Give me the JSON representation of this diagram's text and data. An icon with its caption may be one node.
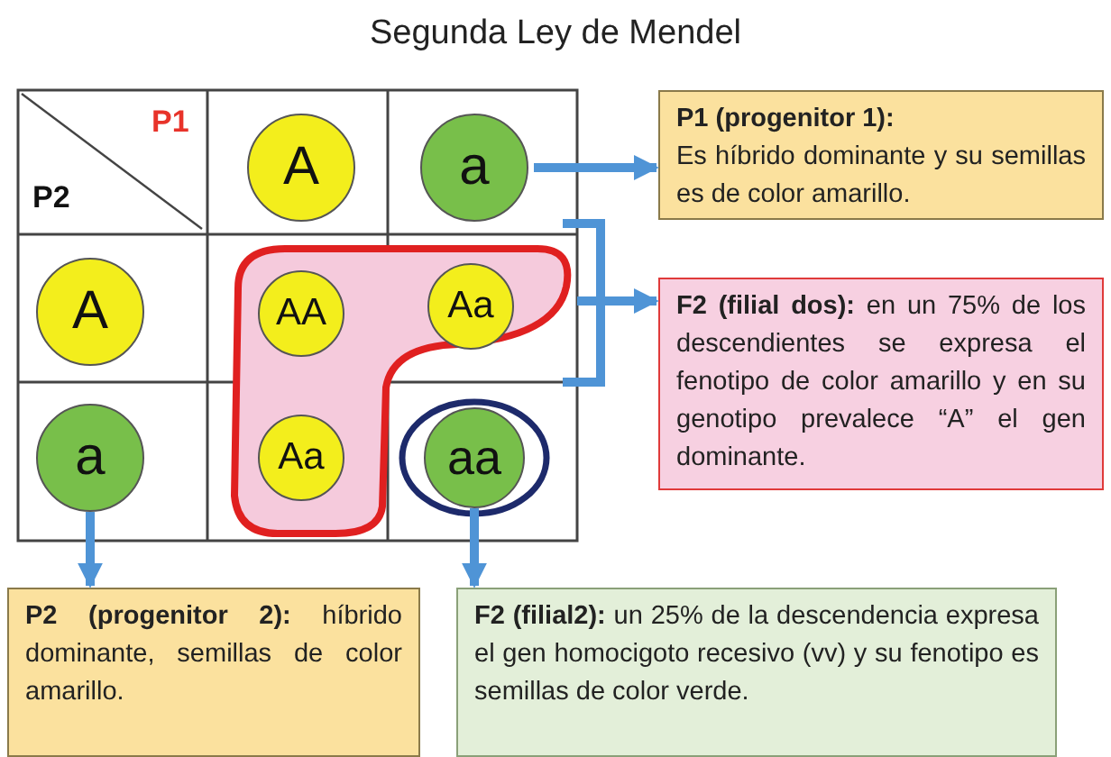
{
  "diagram": {
    "title": "Segunda Ley de Mendel",
    "nodes": [
      {
        "text": [
          "A"
        ]
      },
      {
        "text": [
          "a"
        ]
      },
      {
        "text": [
          "P1 (progenitor 1):",
          "Es híbrido dominante y su semillas es de color amarillo."
        ]
      },
      {
        "text": [
          "A"
        ]
      },
      {
        "text": [],
        "shape": "blob"
      },
      {
        "text": [
          "AA"
        ],
        "in": 4
      },
      {
        "text": [
          "Aa"
        ],
        "in": 4
      },
      {
        "text": [
          "**F2 (filial dos):** en un 75% de los descendientes se expresa el fenotipo de color amarillo y en su genotipo prevalece “A” el gen dominante."
        ]
      },
      {
        "text": [
          "a"
        ]
      },
      {
        "text": [
          "Aa"
        ],
        "in": 4
      },
      {
        "text": [
          "aa"
        ]
      },
      {
        "text": [
          "**P2 (progenitor 2):** híbrido dominante, semillas de color amarillo."
        ]
      },
      {
        "text": [
          "**F2 (filial2):** un 25% de la descendencia expresa el gen homocigoto recesivo (vv) y su fenotipo es semillas de color verde."
        ]
      }
    ],
    "edges": [
      {
        "from": 1,
        "to": 2,
        "arrow": "to"
      },
      {
        "from": 4,
        "to": 7,
        "arrow": "to"
      },
      {
        "from": 8,
        "to": 11,
        "arrow": "to"
      },
      {
        "from": 10,
        "to": 12,
        "arrow": "to"
      }
    ],
    "labels": [
      "P1",
      "P2"
    ]
  }
}
